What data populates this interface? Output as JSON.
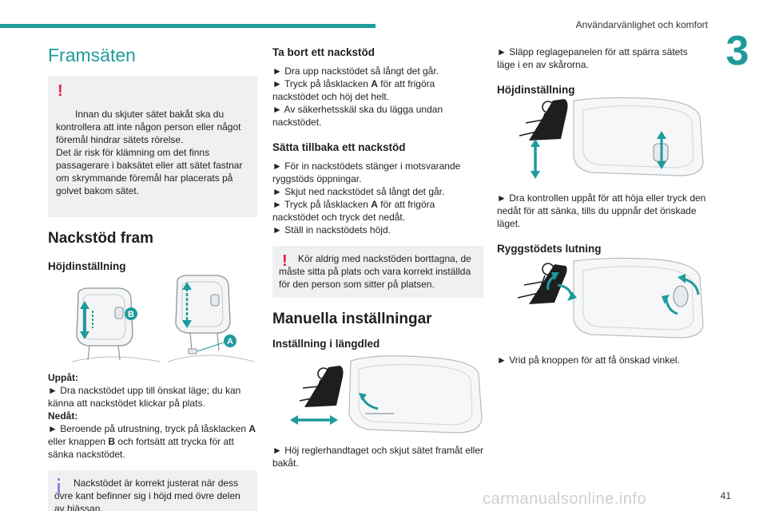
{
  "header": {
    "title": "Användarvänlighet och komfort",
    "chapter": "3"
  },
  "col1": {
    "title": "Framsäten",
    "warning1": "Innan du skjuter sätet bakåt ska du kontrollera att inte någon person eller något föremål hindrar sätets rörelse.\nDet är risk för klämning om det finns passagerare i baksätet eller att sätet fastnar om skrymmande föremål har placerats på golvet bakom sätet.",
    "section_title": "Nackstöd fram",
    "sub_height": "Höjdinställning",
    "fig_labels": {
      "b": "B",
      "a": "A"
    },
    "up_label": "Uppåt:",
    "up_text": "► Dra nackstödet upp till önskat läge; du kan känna att nackstödet klickar på plats.",
    "down_label": "Nedåt:",
    "down_text_1": "► Beroende på utrustning, tryck på låsklacken",
    "down_key_a": "A",
    "down_text_2": " eller knappen ",
    "down_key_b": "B",
    "down_text_3": " och fortsätt att trycka för att sänka nackstödet.",
    "info": "Nackstödet är korrekt justerat när dess övre kant befinner sig i höjd med övre delen av hjässan."
  },
  "col2": {
    "remove_title": "Ta bort ett nackstöd",
    "remove_1": "► Dra upp nackstödet så långt det går.",
    "remove_2a": "► Tryck på låsklacken ",
    "remove_2key": "A",
    "remove_2b": " för att frigöra nackstödet och höj det helt.",
    "remove_3": "► Av säkerhetsskäl ska du lägga undan nackstödet.",
    "refit_title": "Sätta tillbaka ett nackstöd",
    "refit_1": "► För in nackstödets stänger i motsvarande ryggstöds öppningar.",
    "refit_2": "► Skjut ned nackstödet så långt det går.",
    "refit_3a": "► Tryck på låsklacken ",
    "refit_3key": "A",
    "refit_3b": " för att frigöra nackstödet och tryck det nedåt.",
    "refit_4": "► Ställ in nackstödets höjd.",
    "warning2": "Kör aldrig med nackstöden borttagna, de måste sitta på plats och vara korrekt inställda för den person som sitter på platsen.",
    "manual_title": "Manuella inställningar",
    "long_title": "Inställning i längdled",
    "long_text": "► Höj reglerhandtaget och skjut sätet framåt eller bakåt."
  },
  "col3": {
    "release_text": "► Släpp reglagepanelen för att spärra sätets läge i en av skårorna.",
    "height_title": "Höjdinställning",
    "height_text": "► Dra kontrollen uppåt för att höja eller tryck den nedåt för att sänka, tills du uppnår det önskade läget.",
    "recline_title": "Ryggstödets lutning",
    "recline_text": "► Vrid på knoppen för att få önskad vinkel."
  },
  "footer": {
    "url": "carmanualsonline.info",
    "page": "41"
  },
  "colors": {
    "accent": "#1f9b9c",
    "warning": "#e5203e",
    "info": "#a87ad6",
    "box_bg": "#eef0f2"
  }
}
